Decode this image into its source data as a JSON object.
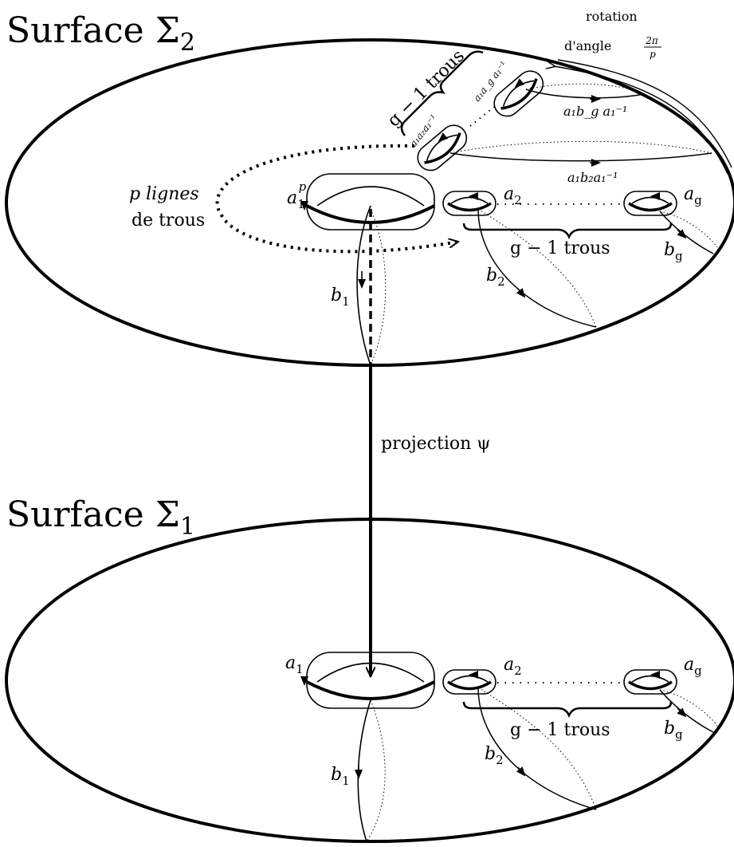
{
  "upper": {
    "title": "Surface Σ",
    "title_sub": "2",
    "rotation_line1": "rotation",
    "rotation_line2": "d'angle",
    "rotation_frac_num": "2π",
    "rotation_frac_den": "p",
    "lines_line1": "p lignes",
    "lines_line2": "de trous",
    "label_a1p": {
      "base": "a",
      "sub": "1",
      "sup": "p"
    },
    "label_b1": {
      "base": "b",
      "sub": "1"
    },
    "label_a2": {
      "base": "a",
      "sub": "2"
    },
    "label_ag": {
      "base": "a",
      "sub": "g"
    },
    "label_b2": {
      "base": "b",
      "sub": "2"
    },
    "label_bg": {
      "base": "b",
      "sub": "g"
    },
    "label_a1bga1inv": "a₁b_g a₁⁻¹",
    "label_a1b2a1inv": "a₁b₂a₁⁻¹",
    "label_a1a2a1inv": "a₁a₂a₁⁻¹",
    "label_a1aga1inv": "a₁a_g a₁⁻¹",
    "brace_row": "g − 1 trous",
    "brace_diag": "g − 1 trous"
  },
  "projection": {
    "label": "projection ψ"
  },
  "lower": {
    "title": "Surface Σ",
    "title_sub": "1",
    "label_a1": {
      "base": "a",
      "sub": "1"
    },
    "label_b1": {
      "base": "b",
      "sub": "1"
    },
    "label_a2": {
      "base": "a",
      "sub": "2"
    },
    "label_ag": {
      "base": "a",
      "sub": "g"
    },
    "label_b2": {
      "base": "b",
      "sub": "2"
    },
    "label_bg": {
      "base": "b",
      "sub": "g"
    },
    "brace_row": "g − 1 trous"
  }
}
